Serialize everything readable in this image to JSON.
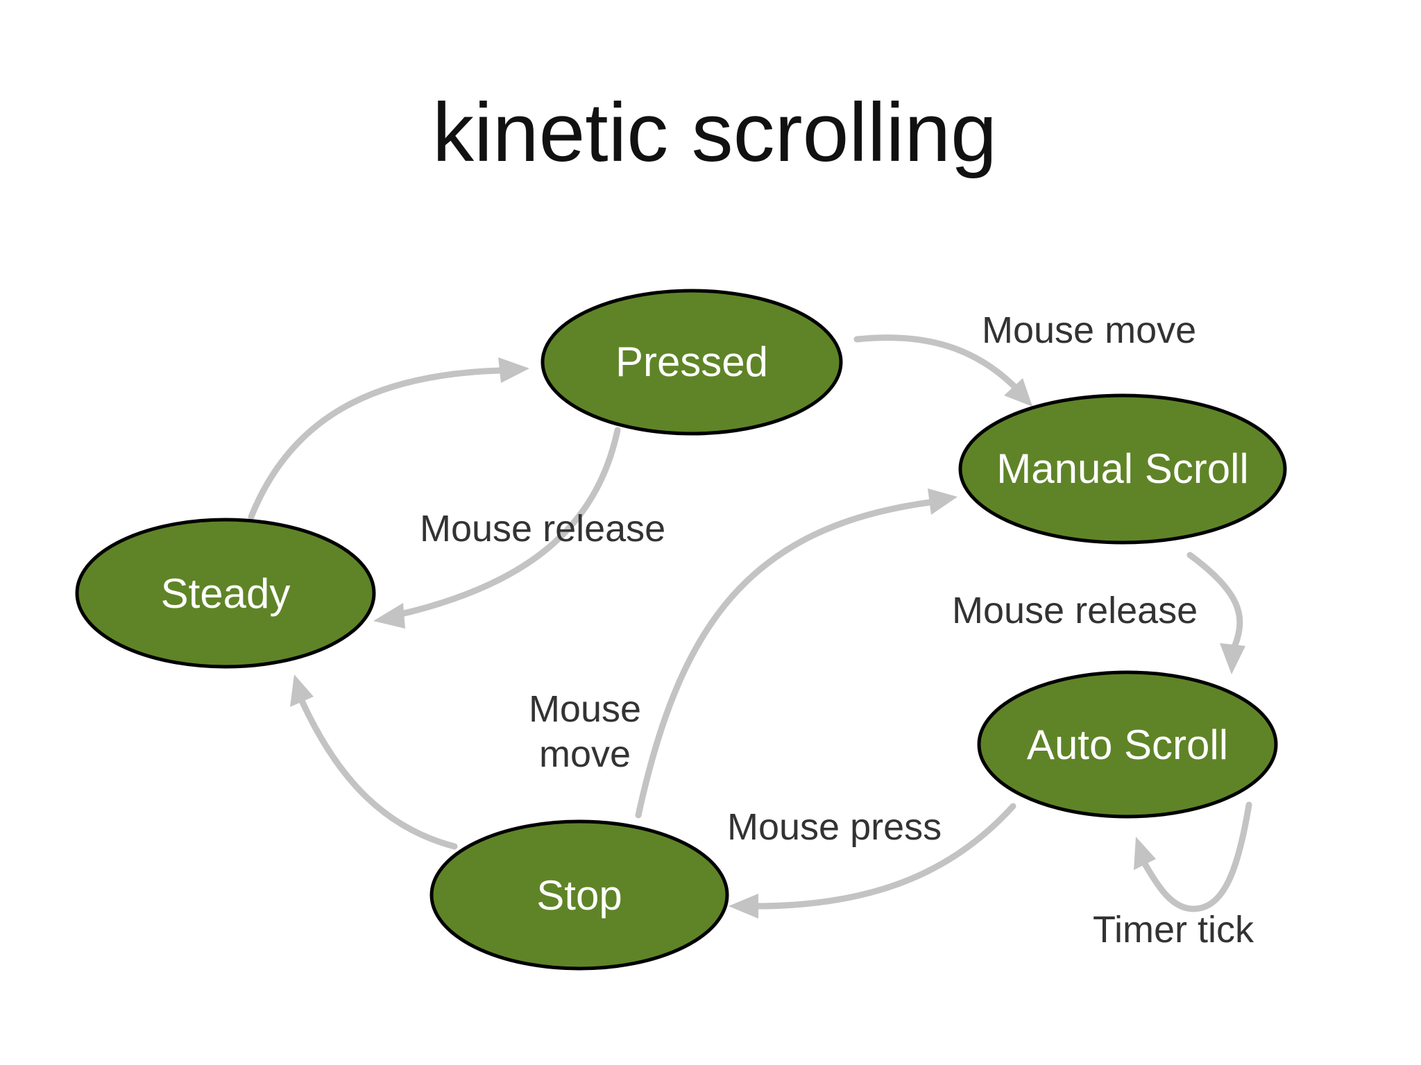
{
  "title": "kinetic scrolling",
  "colors": {
    "node_fill": "#5f8427",
    "node_stroke": "#000000",
    "node_text": "#ffffff",
    "edge": "#c3c3c3",
    "label_text": "#333333"
  },
  "nodes": {
    "pressed": "Pressed",
    "manual_scroll": "Manual Scroll",
    "steady": "Steady",
    "auto_scroll": "Auto Scroll",
    "stop": "Stop"
  },
  "edges": {
    "steady_to_pressed": {
      "from": "Steady",
      "to": "Pressed",
      "label": ""
    },
    "pressed_to_manual": {
      "from": "Pressed",
      "to": "Manual Scroll",
      "label": "Mouse move"
    },
    "pressed_to_steady": {
      "from": "Pressed",
      "to": "Steady",
      "label": "Mouse release"
    },
    "manual_to_auto": {
      "from": "Manual Scroll",
      "to": "Auto Scroll",
      "label": "Mouse release"
    },
    "stop_to_manual": {
      "from": "Stop",
      "to": "Manual Scroll",
      "label_line1": "Mouse",
      "label_line2": "move"
    },
    "auto_to_stop": {
      "from": "Auto Scroll",
      "to": "Stop",
      "label": "Mouse press"
    },
    "auto_self": {
      "from": "Auto Scroll",
      "to": "Auto Scroll",
      "label": "Timer tick"
    },
    "stop_to_steady": {
      "from": "Stop",
      "to": "Steady",
      "label": ""
    }
  }
}
